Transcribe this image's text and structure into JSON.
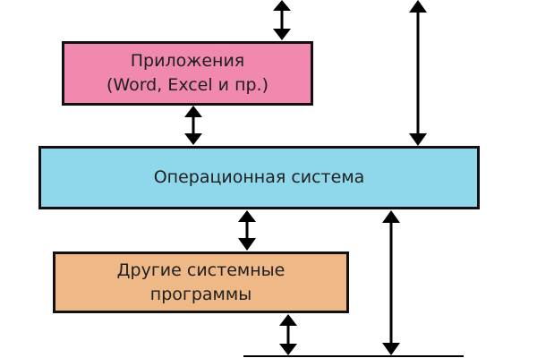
{
  "diagram": {
    "boxes": {
      "applications": {
        "line1": "Приложения",
        "line2": "(Word, Excel и пр.)",
        "color": "#f088b0"
      },
      "os": {
        "label": "Операционная система",
        "color": "#8fd8ec"
      },
      "other_programs": {
        "line1": "Другие системные",
        "line2": "программы",
        "color": "#eeb887"
      }
    },
    "connections": [
      {
        "from": "top-edge",
        "to": "applications",
        "type": "bidirectional"
      },
      {
        "from": "applications",
        "to": "os",
        "type": "bidirectional"
      },
      {
        "from": "top-edge",
        "to": "os",
        "type": "bidirectional"
      },
      {
        "from": "os",
        "to": "other_programs",
        "type": "bidirectional"
      },
      {
        "from": "other_programs",
        "to": "bottom-line",
        "type": "bidirectional"
      },
      {
        "from": "os",
        "to": "bottom-line",
        "type": "bidirectional"
      }
    ]
  }
}
